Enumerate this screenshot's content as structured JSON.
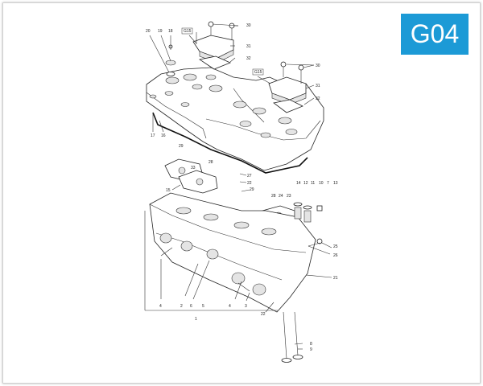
{
  "section_code": "G04",
  "colors": {
    "badge_bg": "#1c9ad6",
    "badge_text": "#ffffff",
    "line": "#222222",
    "frame": "#cfcfcf"
  },
  "callouts": {
    "c20": "20",
    "c19": "19",
    "c18": "18",
    "g15a": "G15",
    "c30a": "30",
    "c31a": "31",
    "c32a": "32",
    "c30b": "30",
    "g15b": "G15",
    "c31b": "31",
    "c32b": "32",
    "c17": "17",
    "c16": "16",
    "c29a": "29",
    "c28a": "28",
    "c33": "33",
    "c15": "15",
    "c27": "27",
    "c22a": "22",
    "c29b": "29",
    "c28b": "28",
    "c24": "24",
    "c23": "23",
    "c14": "14",
    "c12": "12",
    "c11": "11",
    "c10": "10",
    "c7": "7",
    "c13": "13",
    "c25": "25",
    "c26": "26",
    "c21": "21",
    "c4a": "4",
    "c2": "2",
    "c6": "6",
    "c5": "5",
    "c4b": "4",
    "c3": "3",
    "c1": "1",
    "c22b": "22",
    "c8": "8",
    "c9": "9"
  }
}
